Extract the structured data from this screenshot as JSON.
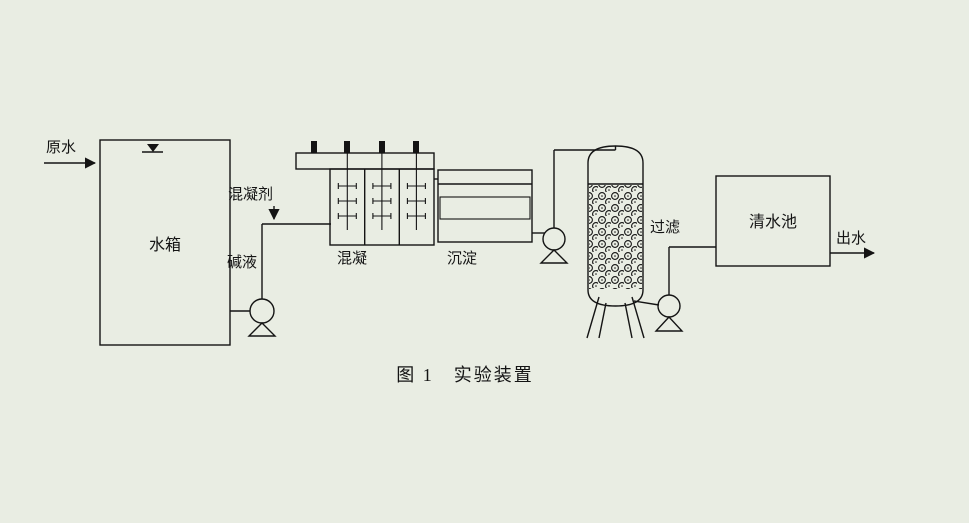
{
  "diagram": {
    "caption": "图 1　实验装置",
    "labels": {
      "raw_water": "原水",
      "water_tank": "水箱",
      "coagulant": "混凝剂",
      "alkali": "碱液",
      "coagulation": "混凝",
      "sedimentation": "沉淀",
      "filtration": "过滤",
      "clear_water_tank": "清水池",
      "effluent": "出水"
    },
    "colors": {
      "background": "#e9ede3",
      "line": "#141414"
    }
  }
}
